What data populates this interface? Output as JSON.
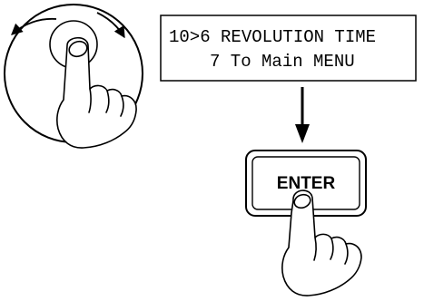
{
  "display": {
    "line1": "10>6 REVOLUTION TIME",
    "line2": "7 To Main MENU"
  },
  "enter_key": {
    "label": "ENTER"
  },
  "icons": {
    "dial": "rotary-dial-icon",
    "rotate_left": "rotate-counterclockwise-arrow-icon",
    "rotate_right": "rotate-clockwise-arrow-icon",
    "hand_dial": "pointing-hand-icon",
    "flow": "arrow-down-icon",
    "hand_enter": "pressing-hand-icon"
  },
  "colors": {
    "ink": "#000000",
    "paper": "#ffffff"
  }
}
